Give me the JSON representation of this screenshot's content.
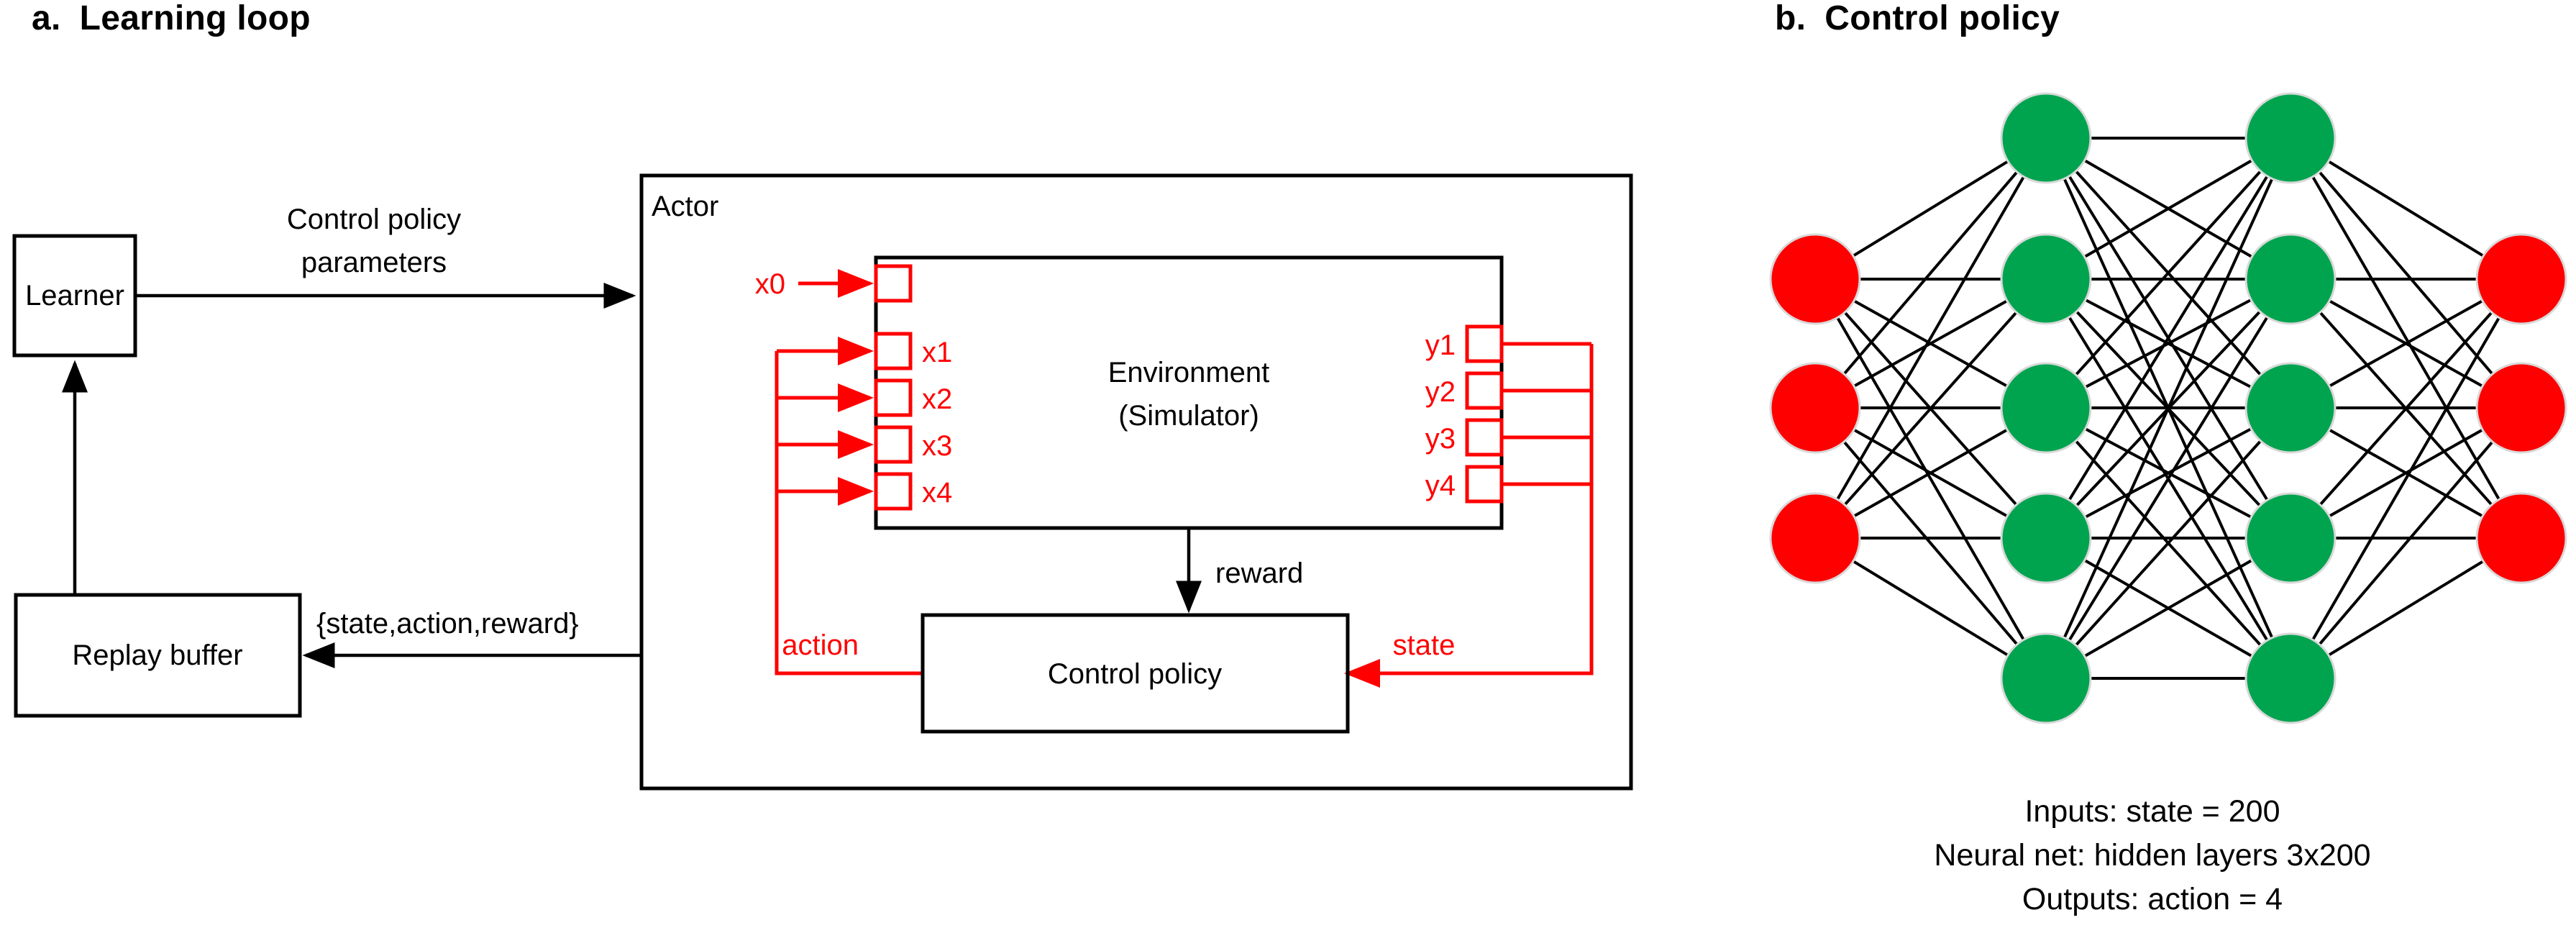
{
  "panels": {
    "left": {
      "letter": "a.",
      "title": "Learning loop"
    },
    "right": {
      "letter": "b.",
      "title": "Control policy"
    }
  },
  "learning_loop": {
    "boxes": {
      "learner": "Learner",
      "replay_buffer": "Replay buffer",
      "actor": "Actor",
      "environment_line1": "Environment",
      "environment_line2": "(Simulator)",
      "control_policy": "Control policy"
    },
    "edge_labels": {
      "control_policy_parameters_line1": "Control policy",
      "control_policy_parameters_line2": "parameters",
      "transition_tuple": "{state,action,reward}",
      "reward": "reward",
      "action": "action",
      "state": "state"
    },
    "environment_inputs": [
      "x0",
      "x1",
      "x2",
      "x3",
      "x4"
    ],
    "environment_outputs": [
      "y1",
      "y2",
      "y3",
      "y4"
    ],
    "colors": {
      "signal_red": "#ff0000",
      "block_black": "#000000"
    }
  },
  "control_policy_net": {
    "caption": [
      "Inputs: state = 200",
      "Neural net: hidden layers 3x200",
      "Outputs: action = 4"
    ],
    "layers": [
      {
        "name": "input",
        "count": 3,
        "color": "#ff0000"
      },
      {
        "name": "hidden-1",
        "count": 5,
        "color": "#00a44f"
      },
      {
        "name": "hidden-2",
        "count": 5,
        "color": "#00a44f"
      },
      {
        "name": "output",
        "count": 3,
        "color": "#ff0000"
      }
    ],
    "colors": {
      "input_node": "#ff0000",
      "hidden_node": "#00a44f",
      "edge": "#000000"
    }
  }
}
